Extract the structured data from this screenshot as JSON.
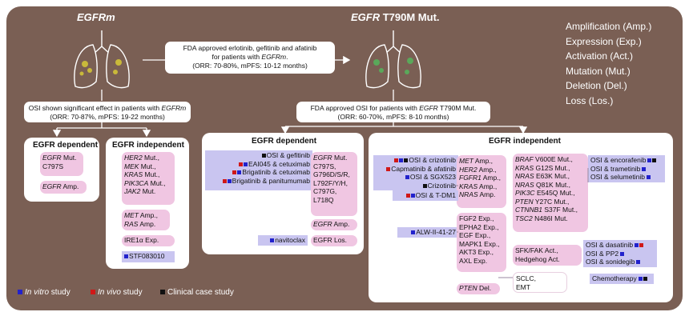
{
  "titles": {
    "left": "EGFRm",
    "right_italic": "EGFR",
    "right_rest": " T790M Mut."
  },
  "abbrev": [
    "Amplification (Amp.)",
    "Expression (Exp.)",
    "Activation (Act.)",
    "Mutation (Mut.)",
    "Deletion (Del.)",
    "Loss (Los.)"
  ],
  "fda1": {
    "line1": "FDA approved erlotinib, gefitinib and afatinib",
    "line2a": "for patients with ",
    "line2b": "EGFRm",
    "line2c": ".",
    "line3": "(ORR: 70-80%, mPFS: 10-12 months)"
  },
  "osi_effect": {
    "line1a": "OSI shown significant effect in patients with ",
    "line1b": "EGFRm",
    "line2": "(ORR: 70-87%, mPFS: 19-22 months)"
  },
  "fda2": {
    "line1a": "FDA approved OSI for patients with ",
    "line1b": "EGFR",
    "line1c": " T790M Mut.",
    "line2": "(ORR: 60-70%, mPFS: 8-10 months)"
  },
  "labels": {
    "egfr_dependent": "EGFR dependent",
    "egfr_independent": "EGFR independent"
  },
  "left_dep": {
    "mut1": "EGFR",
    "mut2": " Mut.",
    "mut3": "C797S",
    "amp1": "EGFR",
    "amp2": " Amp."
  },
  "left_indep": {
    "muts": [
      [
        "HER2",
        " Mut.,"
      ],
      [
        "MEK",
        " Mut.,"
      ],
      [
        "KRAS",
        " Mut.,"
      ],
      [
        "PIK3CA",
        " Mut.,"
      ],
      [
        "JAK2",
        " Mut."
      ]
    ],
    "amps": [
      [
        "MET",
        " Amp.,"
      ],
      [
        "RAS",
        " Amp."
      ]
    ],
    "ire": "IRE1α Exp.",
    "stf": "STF083010"
  },
  "mid_dep": {
    "drugs": [
      "OSI & gefitinib",
      "EAI045 & cetuximab",
      "Brigatinib & cetuximab",
      "Brigatinib & panitumumab"
    ],
    "mut_title1": "EGFR",
    "mut_title2": " Mut.",
    "mut_lines": [
      "C797S,",
      "G796D/S/R,",
      "L792F/Y/H,",
      "C797G,",
      "L718Q"
    ],
    "amp1": "EGFR",
    "amp2": " Amp.",
    "navito": "navitoclax",
    "loss": "EGFR Los."
  },
  "right_indep": {
    "drugs1": [
      "OSI & crizotinib",
      "Capmatinib & afatinib",
      "OSI & SGX523",
      "Crizotinib"
    ],
    "amps": [
      [
        "MET",
        " Amp.,"
      ],
      [
        "HER2",
        " Amp.,"
      ],
      [
        "FGFR1",
        " Amp.,"
      ],
      [
        "KRAS",
        " Amp.,"
      ],
      [
        "NRAS",
        " Amp."
      ]
    ],
    "tdm1": "OSI & T-DM1",
    "alw": "ALW-II-41-27",
    "exps": [
      "FGF2 Exp.,",
      "EPHA2 Exp.,",
      "EGF Exp.,",
      "MAPK1 Exp.,",
      "AKT3 Exp.,",
      "AXL Exp."
    ],
    "pten1": "PTEN",
    "pten2": " Del.",
    "muts": [
      [
        "BRAF",
        " V600E Mut.,"
      ],
      [
        "KRAS",
        " G12S Mut.,"
      ],
      [
        "NRAS",
        " E63K Mut.,"
      ],
      [
        "NRAS",
        " Q81K Mut.,"
      ],
      [
        "PIK3C",
        " E545Q Mut.,"
      ],
      [
        "PTEN",
        " Y27C Mut.,"
      ],
      [
        "CTNNB1",
        " S37F Mut.,"
      ],
      [
        "TSC2",
        " N486I Mut."
      ]
    ],
    "drugs2": [
      "OSI & encorafenib",
      "OSI & trametinib",
      "OSI & selumetinib"
    ],
    "sfk": "SFK/FAK Act.,",
    "hedgehog": "Hedgehog Act.",
    "drugs3": [
      "OSI & dasatinib",
      "OSI & PP2",
      "OSI & sonidegib"
    ],
    "sclc": "SCLC,",
    "emt": "EMT",
    "chemo": "Chemotherapy"
  },
  "legend": {
    "invitro": "In vitro",
    "invitro_rest": " study",
    "invivo": "In vivo",
    "invivo_rest": " study",
    "clinical": "Clinical case study"
  },
  "colors": {
    "background": "#7a5f54",
    "pink": "#f0c6e2",
    "lavender": "#c9c5f0",
    "in_vitro": "#2222cc",
    "in_vivo": "#d01818",
    "clinical": "#111111"
  }
}
